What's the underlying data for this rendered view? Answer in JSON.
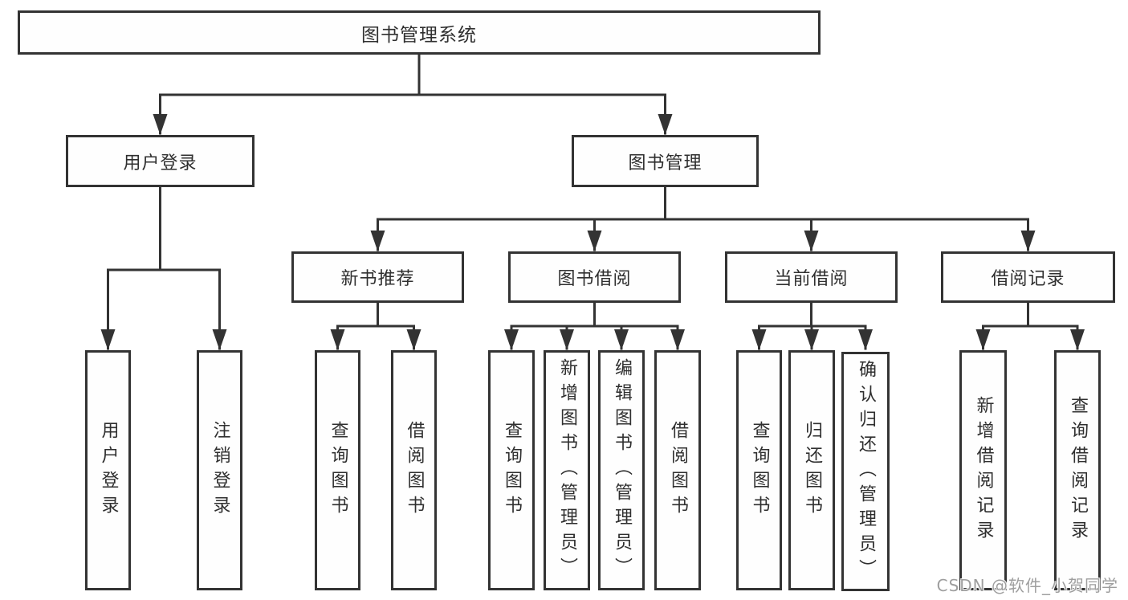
{
  "diagram": {
    "type": "hierarchy-diagram",
    "root": {
      "label": "图书管理系统",
      "children": [
        {
          "label": "用户登录",
          "children": [
            {
              "label": "用户登录"
            },
            {
              "label": "注销登录"
            }
          ]
        },
        {
          "label": "图书管理",
          "children": [
            {
              "label": "新书推荐",
              "children": [
                {
                  "label": "查询图书"
                },
                {
                  "label": "借阅图书"
                }
              ]
            },
            {
              "label": "图书借阅",
              "children": [
                {
                  "label": "查询图书"
                },
                {
                  "label": "新增图书（管理员）"
                },
                {
                  "label": "编辑图书（管理员）"
                },
                {
                  "label": "借阅图书"
                }
              ]
            },
            {
              "label": "当前借阅",
              "children": [
                {
                  "label": "查询图书"
                },
                {
                  "label": "归还图书"
                },
                {
                  "label": "确认归还（管理员）"
                }
              ]
            },
            {
              "label": "借阅记录",
              "children": [
                {
                  "label": "新增借阅记录"
                },
                {
                  "label": "查询借阅记录"
                }
              ]
            }
          ]
        }
      ]
    }
  },
  "watermark": {
    "text": "CSDN @软件_小贺同学"
  },
  "colors": {
    "line": "#333333",
    "box_border": "#333333",
    "box_background": "#fefefe",
    "text": "#2f2f2f",
    "watermark": "#9e9e9e",
    "page_background": "#ffffff"
  }
}
